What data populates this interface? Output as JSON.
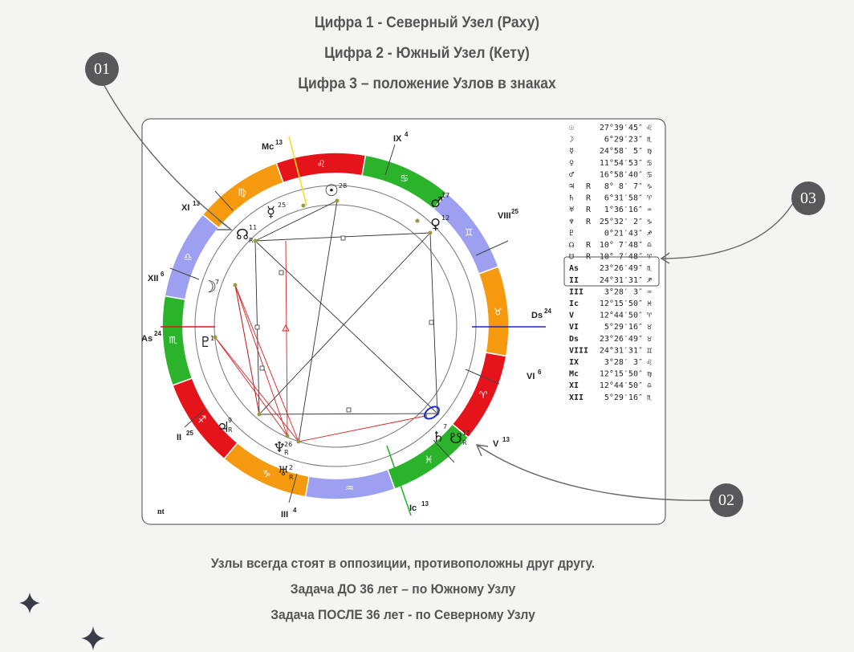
{
  "header": {
    "line1": "Цифра 1 - Северный Узел (Раху)",
    "line2": "Цифра 2 - Южный Узел (Кету)",
    "line3": "Цифра 3 – положение Узлов в знаках"
  },
  "footer": {
    "line1": "Узлы всегда стоят в оппозиции, противоположны друг другу.",
    "line2": "Задача ДО 36 лет – по Южному Узлу",
    "line3": "Задача ПОСЛЕ 36 лет - по Северному Узлу"
  },
  "markers": {
    "m1": "01",
    "m2": "02",
    "m3": "03"
  },
  "chart": {
    "corner_label": "nt",
    "angles": {
      "mc": "Mc",
      "mc_deg": "13",
      "ic": "Ic",
      "ic_deg": "13",
      "as": "As",
      "as_deg": "24",
      "ds": "Ds",
      "ds_deg": "24"
    },
    "houses": [
      {
        "label": "IX",
        "deg": "4"
      },
      {
        "label": "VIII",
        "deg": "25"
      },
      {
        "label": "VI",
        "deg": "6"
      },
      {
        "label": "V",
        "deg": "13"
      },
      {
        "label": "III",
        "deg": "4"
      },
      {
        "label": "II",
        "deg": "25"
      },
      {
        "label": "XII",
        "deg": "6"
      },
      {
        "label": "XI",
        "deg": "13"
      }
    ],
    "planet_degs": {
      "sun": "28",
      "mercury": "25",
      "mars": "17",
      "venus": "12",
      "north_node": "11",
      "south_node": "11",
      "moon": "7",
      "pluto": "1",
      "jupiter": "9",
      "neptune": "26",
      "uranus": "2",
      "saturn": "7"
    },
    "retro_mark": "R",
    "sign_colors": {
      "fire": "#e5141b",
      "earth": "#2ab32b",
      "air": "#9da0f0",
      "water": "#f59a0f"
    },
    "ring_signs": [
      "♌",
      "♋",
      "♊",
      "♉",
      "♈",
      "♓",
      "♒",
      "♑",
      "♐",
      "♏",
      "♎",
      "♍"
    ]
  },
  "positions_table": [
    {
      "sym": "☉",
      "r": "",
      "val": "27°39′45″",
      "sign": "♌"
    },
    {
      "sym": "☽",
      "r": "",
      "val": "6°29′23″",
      "sign": "♏"
    },
    {
      "sym": "☿",
      "r": "",
      "val": "24°58′ 5″",
      "sign": "♍"
    },
    {
      "sym": "♀",
      "r": "",
      "val": "11°54′53″",
      "sign": "♋"
    },
    {
      "sym": "♂",
      "r": "",
      "val": "16°58′40″",
      "sign": "♋"
    },
    {
      "sym": "♃",
      "r": "R",
      "val": "8° 8′ 7″",
      "sign": "♑"
    },
    {
      "sym": "♄",
      "r": "R",
      "val": "6°31′58″",
      "sign": "♈"
    },
    {
      "sym": "♅",
      "r": "R",
      "val": "1°36′16″",
      "sign": "♒"
    },
    {
      "sym": "♆",
      "r": "R",
      "val": "25°32′ 2″",
      "sign": "♑"
    },
    {
      "sym": "♇",
      "r": "",
      "val": "0°21′43″",
      "sign": "♐"
    },
    {
      "sym": "☊",
      "r": "R",
      "val": "10° 7′48″",
      "sign": "♎"
    },
    {
      "sym": "☋",
      "r": "R",
      "val": "10° 7′48″",
      "sign": "♈"
    },
    {
      "sym": "As",
      "r": "",
      "val": "23°26′49″",
      "sign": "♏"
    },
    {
      "sym": "II",
      "r": "",
      "val": "24°31′31″",
      "sign": "♐"
    },
    {
      "sym": "III",
      "r": "",
      "val": "3°28′ 3″",
      "sign": "♒"
    },
    {
      "sym": "Ic",
      "r": "",
      "val": "12°15′50″",
      "sign": "♓"
    },
    {
      "sym": "V",
      "r": "",
      "val": "12°44′50″",
      "sign": "♈"
    },
    {
      "sym": "VI",
      "r": "",
      "val": "5°29′16″",
      "sign": "♉"
    },
    {
      "sym": "Ds",
      "r": "",
      "val": "23°26′49″",
      "sign": "♉"
    },
    {
      "sym": "VIII",
      "r": "",
      "val": "24°31′31″",
      "sign": "♊"
    },
    {
      "sym": "IX",
      "r": "",
      "val": "3°28′ 3″",
      "sign": "♌"
    },
    {
      "sym": "Mc",
      "r": "",
      "val": "12°15′50″",
      "sign": "♍"
    },
    {
      "sym": "XI",
      "r": "",
      "val": "12°44′50″",
      "sign": "♎"
    },
    {
      "sym": "XII",
      "r": "",
      "val": "5°29′16″",
      "sign": "♏"
    }
  ]
}
